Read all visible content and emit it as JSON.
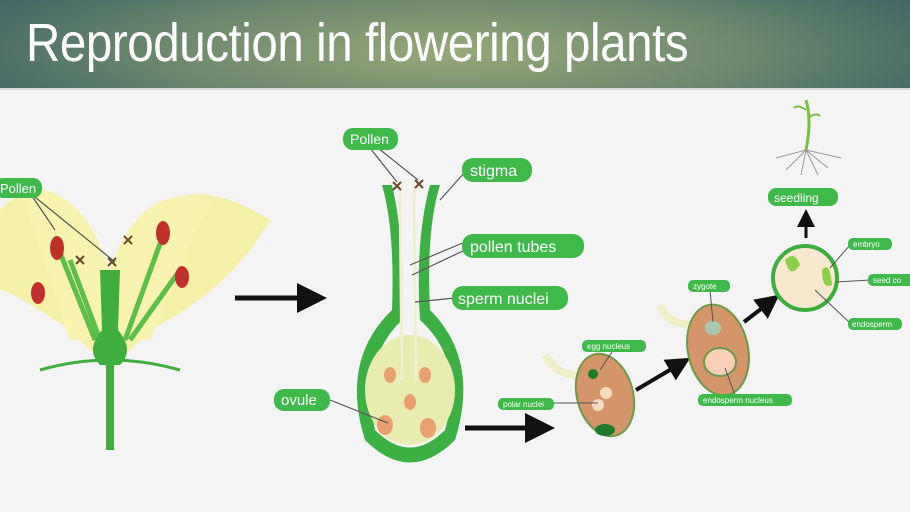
{
  "title": "Reproduction in flowering plants",
  "labels": {
    "pollen_flower": "Pollen",
    "pollen_pistil": "Pollen",
    "stigma": "stigma",
    "pollen_tubes": "pollen tubes",
    "sperm_nuclei": "sperm nuclei",
    "ovule": "ovule",
    "egg_nucleus": "egg nucleus",
    "polar_nuclei": "polar nuclei",
    "zygote": "zygote",
    "endosperm_nucleus": "endosperm nucleus",
    "seedling": "seedling",
    "embryo": "embryo",
    "seed_coat": "seed co",
    "endosperm": "endosperm"
  },
  "colors": {
    "label_green": "#3fb94a",
    "stem_green": "#3cae3c",
    "petal_yellow": "#f3ef9a",
    "ovule_brown": "#d4956a"
  }
}
